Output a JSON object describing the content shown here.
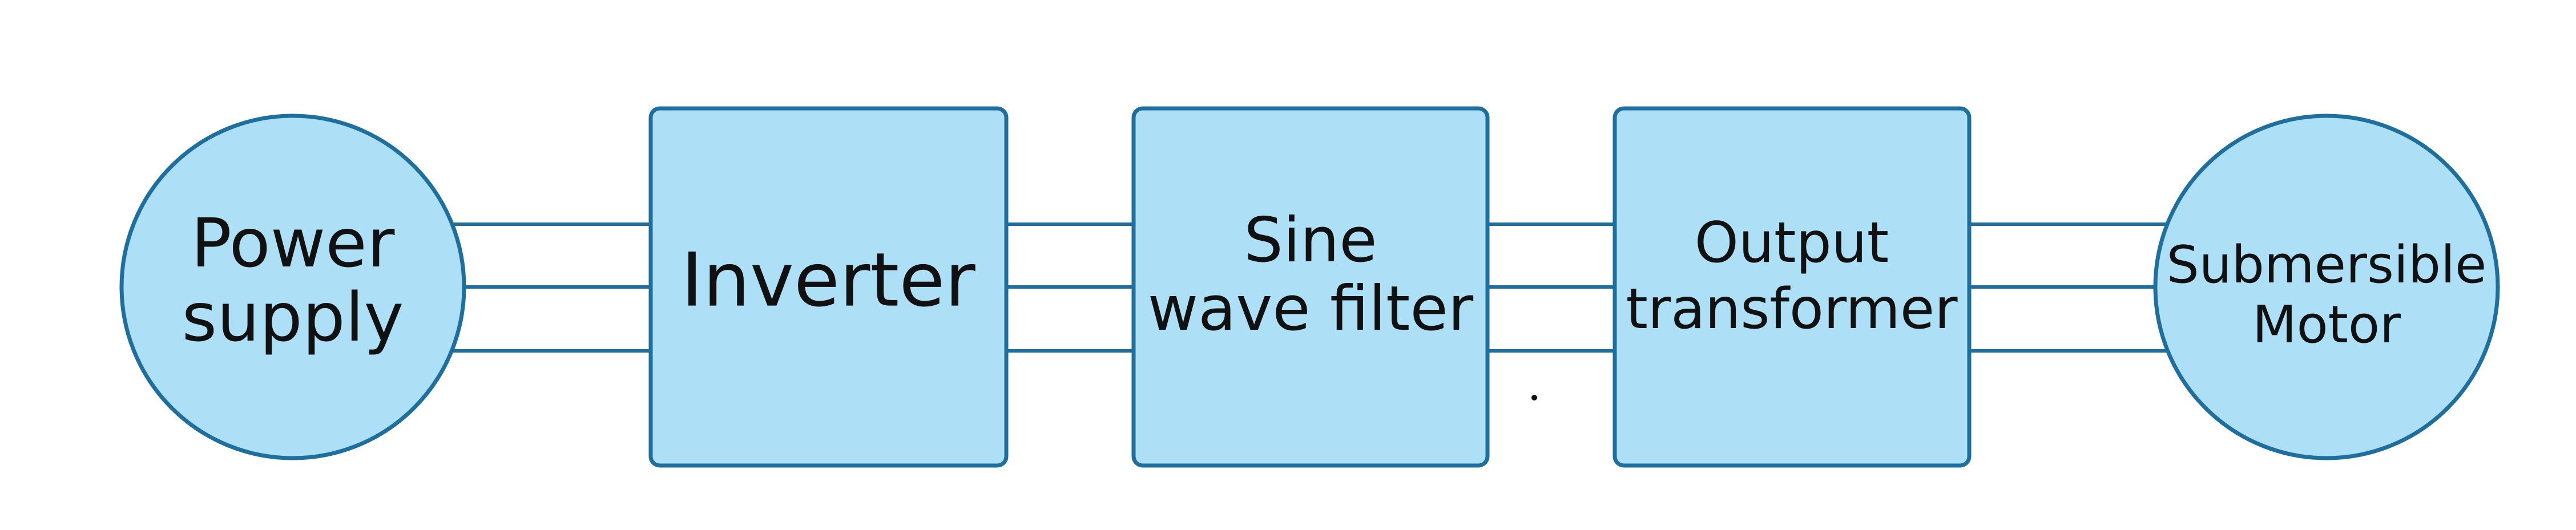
{
  "diagram": {
    "nodes": [
      {
        "id": "power-supply",
        "shape": "circle",
        "lines": [
          "Power",
          "supply"
        ]
      },
      {
        "id": "inverter",
        "shape": "box",
        "lines": [
          "Inverter"
        ]
      },
      {
        "id": "sine-wave-filter",
        "shape": "box",
        "lines": [
          "Sine",
          "wave filter"
        ]
      },
      {
        "id": "output-transformer",
        "shape": "box",
        "lines": [
          "Output",
          "transformer"
        ]
      },
      {
        "id": "submersible-motor",
        "shape": "circle",
        "lines": [
          "Submersible",
          "Motor"
        ]
      }
    ],
    "connections": [
      {
        "from": "power-supply",
        "to": "inverter",
        "wires": 3
      },
      {
        "from": "inverter",
        "to": "sine-wave-filter",
        "wires": 3
      },
      {
        "from": "sine-wave-filter",
        "to": "output-transformer",
        "wires": 3
      },
      {
        "from": "output-transformer",
        "to": "submersible-motor",
        "wires": 3
      }
    ],
    "colors": {
      "node_fill": "#ade0f7",
      "node_stroke": "#1f6f9e",
      "wire": "#1f6f9e",
      "text": "#111111"
    }
  }
}
